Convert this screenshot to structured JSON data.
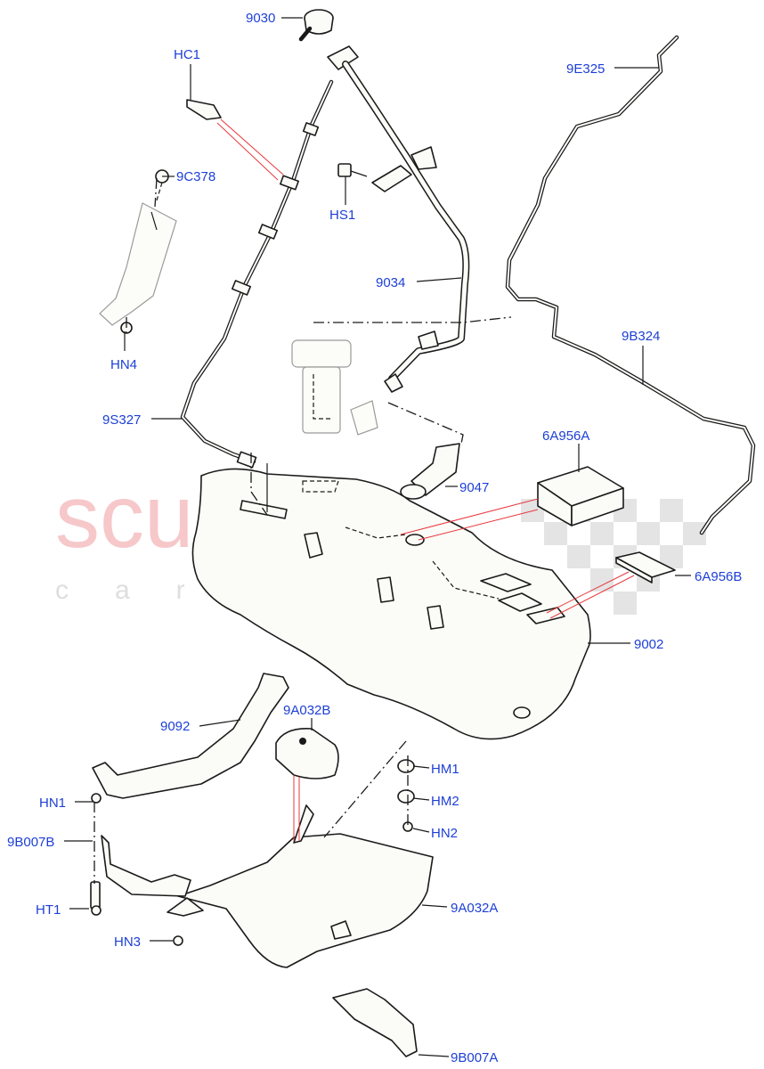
{
  "watermark": {
    "brand": "scuderia",
    "sub": "car parts"
  },
  "callouts": [
    {
      "id": "9030",
      "label": "9030"
    },
    {
      "id": "HC1",
      "label": "HC1"
    },
    {
      "id": "9E325",
      "label": "9E325"
    },
    {
      "id": "9C378",
      "label": "9C378"
    },
    {
      "id": "HS1",
      "label": "HS1"
    },
    {
      "id": "9034",
      "label": "9034"
    },
    {
      "id": "9B324",
      "label": "9B324"
    },
    {
      "id": "HN4",
      "label": "HN4"
    },
    {
      "id": "9S327",
      "label": "9S327"
    },
    {
      "id": "6A956A",
      "label": "6A956A"
    },
    {
      "id": "9047",
      "label": "9047"
    },
    {
      "id": "6A956B",
      "label": "6A956B"
    },
    {
      "id": "9002",
      "label": "9002"
    },
    {
      "id": "9A032B",
      "label": "9A032B"
    },
    {
      "id": "9092",
      "label": "9092"
    },
    {
      "id": "HM1",
      "label": "HM1"
    },
    {
      "id": "HN1",
      "label": "HN1"
    },
    {
      "id": "HM2",
      "label": "HM2"
    },
    {
      "id": "HN2",
      "label": "HN2"
    },
    {
      "id": "9B007B",
      "label": "9B007B"
    },
    {
      "id": "HT1",
      "label": "HT1"
    },
    {
      "id": "9A032A",
      "label": "9A032A"
    },
    {
      "id": "HN3",
      "label": "HN3"
    },
    {
      "id": "9B007A",
      "label": "9B007A"
    }
  ]
}
